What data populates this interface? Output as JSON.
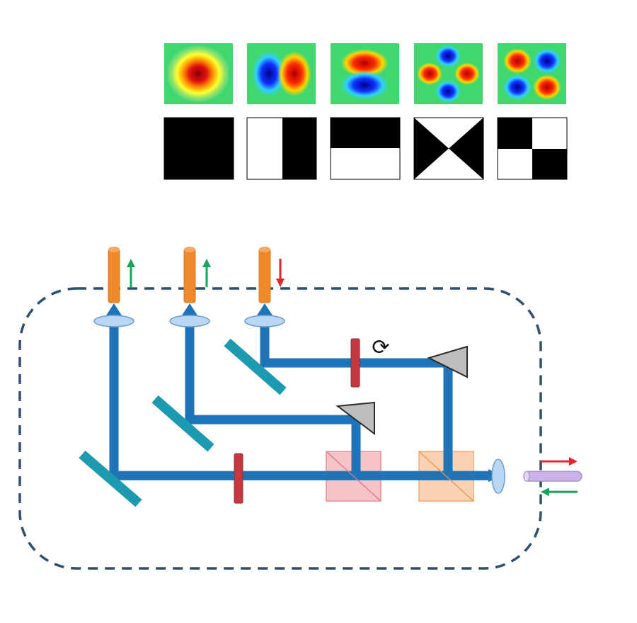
{
  "mode_panel": {
    "modes": [
      {
        "name": "mode-00"
      },
      {
        "name": "mode-10"
      },
      {
        "name": "mode-01"
      },
      {
        "name": "mode-diagonal-quadrupole"
      },
      {
        "name": "mode-11"
      }
    ],
    "masks": [
      {
        "pattern": "full-black"
      },
      {
        "pattern": "vertical-split-white-left"
      },
      {
        "pattern": "horizontal-split-black-top"
      },
      {
        "pattern": "hourglass-black-sides"
      },
      {
        "pattern": "checkerboard-2x2"
      }
    ]
  },
  "setup": {
    "rotation_symbol": "⟳",
    "colors": {
      "beam": "#1f73b7",
      "fiber_output": "#ef8a2a",
      "fiber_input": "#c9b3e8",
      "mirror": "#1e9ab0",
      "waveplate": "#c2393f",
      "arrow_green": "#1aa35c",
      "arrow_red": "#e2262b",
      "enclosure": "#2f4f6f"
    }
  }
}
